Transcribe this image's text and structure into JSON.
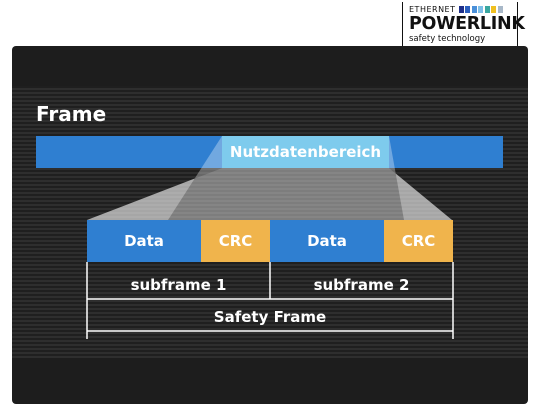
{
  "logo": {
    "top_text": "ETHERNET",
    "main_text": "POWERLINK",
    "sub_text": "safety technology",
    "bar_colors": [
      "#1e2f8a",
      "#2a5fbf",
      "#4a90d9",
      "#7fbfe8",
      "#3aa7a0",
      "#f0c020",
      "#a8b8c8"
    ]
  },
  "diagram": {
    "title": "Frame",
    "payload_label": "Nutzdatenbereich",
    "subframes": [
      {
        "data_label": "Data",
        "crc_label": "CRC",
        "label": "subframe 1"
      },
      {
        "data_label": "Data",
        "crc_label": "CRC",
        "label": "subframe 2"
      }
    ],
    "safety_frame_label": "Safety Frame"
  },
  "colors": {
    "background": "#1d1d1d",
    "frame_bar": "#2f7fd1",
    "payload": "#7ecbed",
    "data_block": "#2f7fd1",
    "crc_block": "#f0b44c",
    "funnel": "#ffffff",
    "lines": "#ffffff",
    "text": "#ffffff"
  }
}
